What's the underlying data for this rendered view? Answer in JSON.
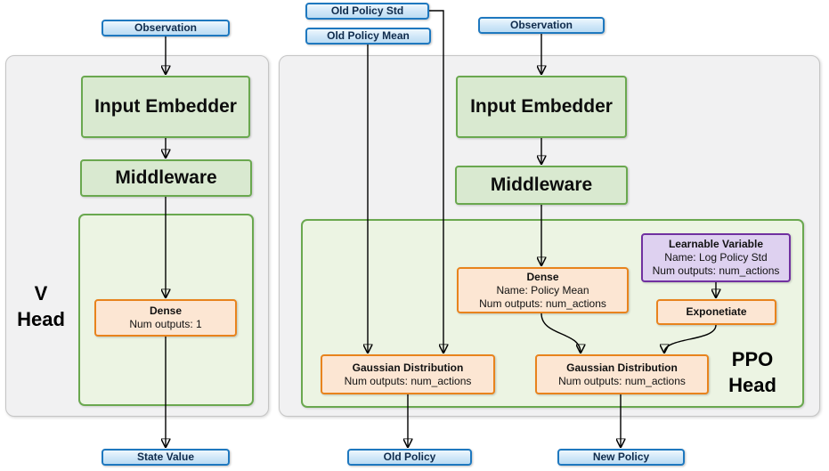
{
  "diagram": {
    "v_head": {
      "observation": "Observation",
      "input_embedder": "Input Embedder",
      "middleware": "Middleware",
      "label_top": "V",
      "label_bottom": "Head",
      "dense_title": "Dense",
      "dense_outputs": "Num outputs: 1",
      "output": "State Value"
    },
    "ppo_head": {
      "old_policy_std": "Old Policy Std",
      "old_policy_mean": "Old Policy Mean",
      "observation": "Observation",
      "input_embedder": "Input Embedder",
      "middleware": "Middleware",
      "label_top": "PPO",
      "label_bottom": "Head",
      "dense_title": "Dense",
      "dense_name": "Name: Policy Mean",
      "dense_outputs": "Num outputs: num_actions",
      "learnable_title": "Learnable Variable",
      "learnable_name": "Name: Log Policy Std",
      "learnable_outputs": "Num outputs: num_actions",
      "exponetiate": "Exponetiate",
      "gaussian_old_title": "Gaussian Distribution",
      "gaussian_old_outputs": "Num outputs: num_actions",
      "gaussian_new_title": "Gaussian Distribution",
      "gaussian_new_outputs": "Num outputs: num_actions",
      "output_old": "Old Policy",
      "output_new": "New Policy"
    },
    "colors": {
      "io_fill": "#cfe7f8",
      "io_border": "#1e78bf",
      "layer_fill": "#d9e9d0",
      "layer_border": "#6aa84f",
      "head_container_fill": "#ecf4e3",
      "op_fill": "#fce6d3",
      "op_border": "#e8831d",
      "var_fill": "#ded1f0",
      "var_border": "#7030a0",
      "panel_fill": "#f1f1f2",
      "panel_border": "#c5c5c5",
      "edge_color": "#000000"
    }
  }
}
